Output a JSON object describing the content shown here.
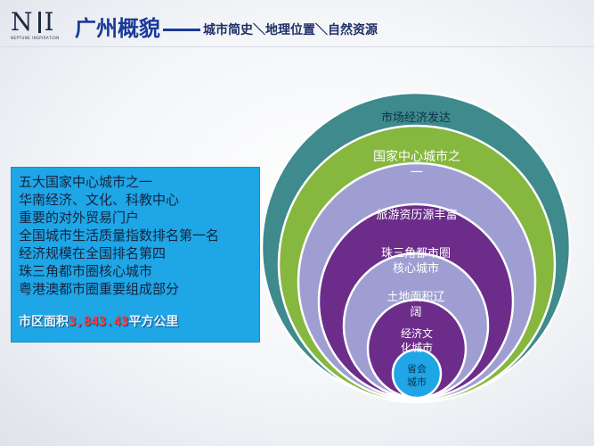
{
  "logo": {
    "mark": "N I",
    "tagline": "NEPTUNE INSPIRATION"
  },
  "title": {
    "main": "广州概貌",
    "subtitle": "城市简史＼地理位置＼自然资源"
  },
  "info": {
    "lines": [
      "五大国家中心城市之一",
      "华南经济、文化、科教中心",
      "重要的对外贸易门户",
      "全国城市生活质量指数排名第一名",
      "经济规模在全国排名第四",
      "珠三角都市圈核心城市",
      "粤港澳都市圈重要组成部分"
    ],
    "area_prefix": "市区面积",
    "area_value": "3,843.43",
    "area_suffix": "平方公里"
  },
  "rings": [
    {
      "line1": "市场经济发达",
      "line2": "",
      "color": "#3e8a8c",
      "text_color": "#10314a"
    },
    {
      "line1": "国家中心城市之",
      "line2": "一",
      "color": "#86b73e",
      "text_color": "#ffffff"
    },
    {
      "line1": "旅游资历源丰富",
      "line2": "",
      "color": "#9f9ed2",
      "text_color": "#ffffff"
    },
    {
      "line1": "珠三角都市圈",
      "line2": "核心城市",
      "color": "#6c2d8a",
      "text_color": "#ffffff"
    },
    {
      "line1": "土地面积辽",
      "line2": "阔",
      "color": "#9f9ed2",
      "text_color": "#ffffff"
    },
    {
      "line1": "经济文",
      "line2": "化城市",
      "color": "#6c2d8a",
      "text_color": "#ffffff"
    },
    {
      "line1": "省会",
      "line2": "城市",
      "color": "#1ea6e6",
      "text_color": "#10314a"
    }
  ]
}
